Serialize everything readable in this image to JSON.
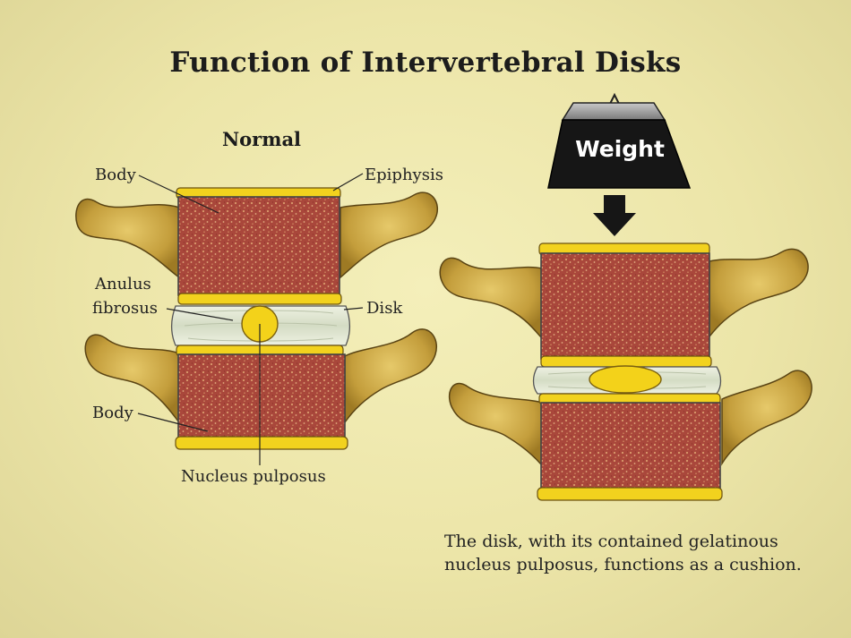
{
  "title": "Function of Intervertebral Disks",
  "subtitle": "Normal",
  "labels": {
    "body_top": "Body",
    "epiphysis": "Epiphysis",
    "anulus_line1": "Anulus",
    "anulus_line2": "fibrosus",
    "disk": "Disk",
    "body_bottom": "Body",
    "nucleus": "Nucleus pulposus"
  },
  "weight": "Weight",
  "caption_line1": "The disk, with its contained gelatinous",
  "caption_line2": "nucleus pulposus, functions as a cushion.",
  "colors": {
    "background": "#efe8ac",
    "bone_marrow": "#a4443a",
    "endplate": "#f2d21e",
    "process": "#c9a744",
    "disk": "#dfe6d2",
    "weight": "#161616"
  }
}
